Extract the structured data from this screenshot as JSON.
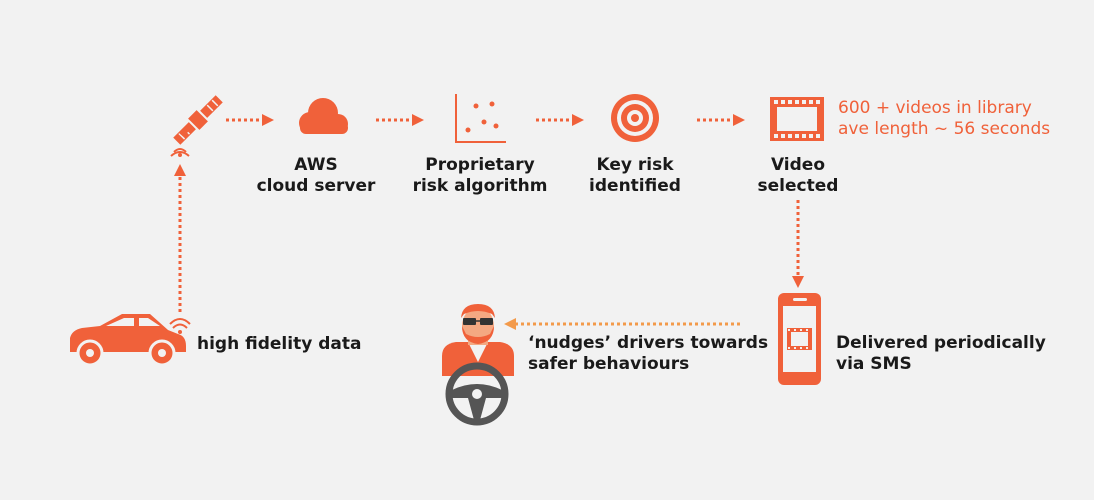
{
  "colors": {
    "accent": "#f0613a",
    "text": "#1a1a1a",
    "background": "#f2f2f2",
    "wheel": "#555555"
  },
  "steps": {
    "aws": "AWS\ncloud server",
    "algorithm": "Proprietary\nrisk algorithm",
    "key_risk": "Key risk\nidentified",
    "video": "Video\nselected"
  },
  "library_note": "600 + videos in library\nave length ~ 56 seconds",
  "car_label": "high fidelity data",
  "phone_label": "Delivered periodically\nvia SMS",
  "nudge_label": "‘nudges’ drivers towards\nsafer behaviours",
  "icons": [
    "satellite-icon",
    "cloud-icon",
    "scatter-plot-icon",
    "target-icon",
    "film-strip-icon",
    "smartphone-icon",
    "car-icon",
    "driver-icon",
    "steering-wheel-icon",
    "wifi-signal-icon"
  ]
}
